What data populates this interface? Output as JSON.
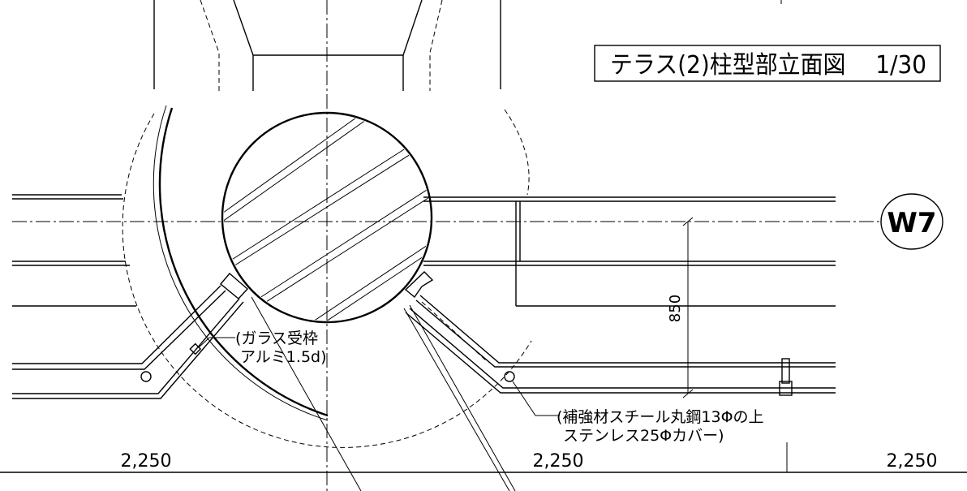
{
  "title": "テラス(2)柱型部立面図　 1/30",
  "grid_label": "W7",
  "dimension_vertical": "850",
  "dimensions_bottom": [
    "2,250",
    "2,250",
    "2,250"
  ],
  "notes": {
    "glass_frame": [
      "(ガラス受枠",
      "アルミ1.5d)"
    ],
    "reinforcement": [
      "(補強材スチール丸鋼13Φの上",
      "ステンレス25Φカバー)"
    ]
  }
}
